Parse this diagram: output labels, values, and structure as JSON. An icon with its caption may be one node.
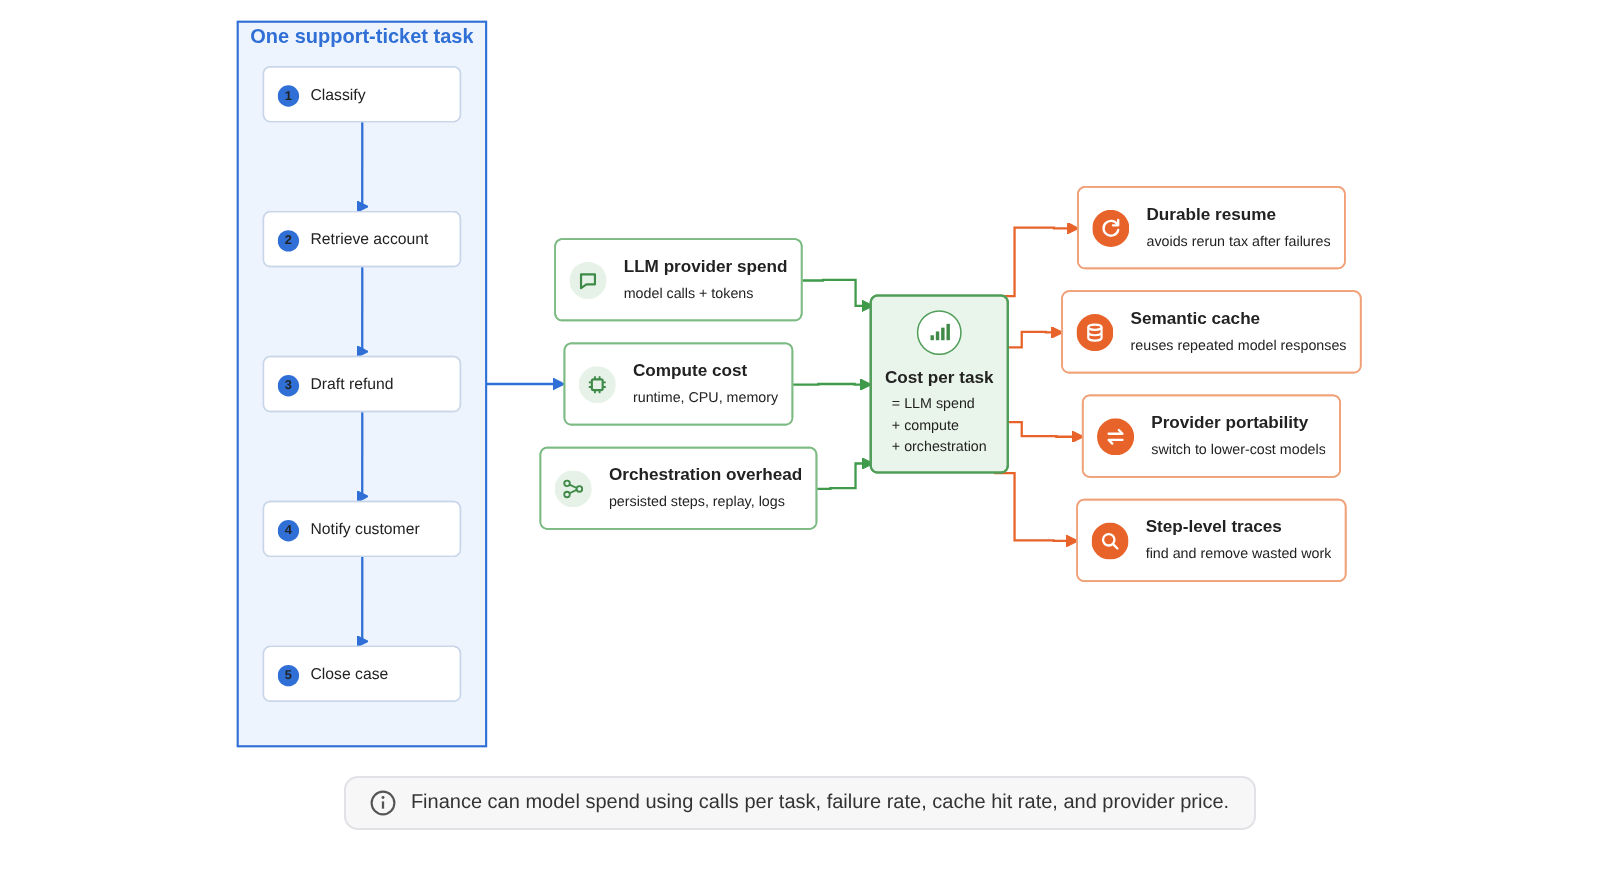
{
  "diagram": {
    "nodes": [
      {
        "text": [
          "One support-ticket task"
        ]
      },
      {
        "text": [
          "1",
          "Classify"
        ],
        "in": 0
      },
      {
        "text": [
          "2",
          "Retrieve account"
        ],
        "in": 0
      },
      {
        "text": [
          "3",
          "Draft refund"
        ],
        "in": 0
      },
      {
        "text": [
          "4",
          "Notify customer"
        ],
        "in": 0
      },
      {
        "text": [
          "5",
          "Close case"
        ],
        "in": 0
      },
      {
        "text": [
          "LLM provider spend",
          "model calls + tokens"
        ]
      },
      {
        "text": [
          "Compute cost",
          "runtime, CPU, memory"
        ]
      },
      {
        "text": [
          "Orchestration overhead",
          "persisted steps, replay, logs"
        ]
      },
      {
        "text": [
          "Cost per task",
          "= LLM spend",
          "+ compute",
          "+ orchestration"
        ]
      },
      {
        "text": [
          "Durable resume",
          "avoids rerun tax after failures"
        ]
      },
      {
        "text": [
          "Semantic cache",
          "reuses repeated model responses"
        ]
      },
      {
        "text": [
          "Provider portability",
          "switch to lower-cost models"
        ]
      },
      {
        "text": [
          "Step-level traces",
          "find and remove wasted work"
        ]
      }
    ],
    "edges": [
      {
        "from": 1,
        "to": 2,
        "arrow": "to",
        "color": "#2f6fd6"
      },
      {
        "from": 2,
        "to": 3,
        "arrow": "to",
        "color": "#2f6fd6"
      },
      {
        "from": 3,
        "to": 4,
        "arrow": "to",
        "color": "#2f6fd6"
      },
      {
        "from": 4,
        "to": 5,
        "arrow": "to",
        "color": "#2f6fd6"
      },
      {
        "from": 0,
        "to": 7,
        "arrow": "to",
        "color": "#2f6fd6"
      },
      {
        "from": 6,
        "to": 9,
        "arrow": "to",
        "color": "#3f9a4a"
      },
      {
        "from": 7,
        "to": 9,
        "arrow": "to",
        "color": "#3f9a4a"
      },
      {
        "from": 8,
        "to": 9,
        "arrow": "to",
        "color": "#3f9a4a"
      },
      {
        "from": 9,
        "to": 10,
        "arrow": "to",
        "color": "#e8632a"
      },
      {
        "from": 9,
        "to": 11,
        "arrow": "to",
        "color": "#e8632a"
      },
      {
        "from": 9,
        "to": 12,
        "arrow": "to",
        "color": "#e8632a"
      },
      {
        "from": 9,
        "to": 13,
        "arrow": "to",
        "color": "#e8632a"
      }
    ],
    "labels": [
      "Finance can model spend using calls per task, failure rate, cache hit rate, and provider price."
    ]
  }
}
